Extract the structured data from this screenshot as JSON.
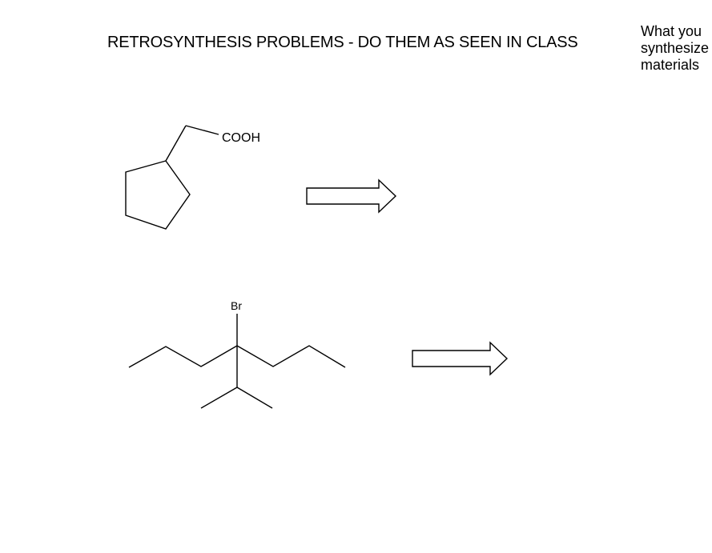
{
  "page": {
    "title": "RETROSYNTHESIS PROBLEMS - DO THEM AS SEEN IN CLASS",
    "side_note_lines": [
      "What you",
      "synthesize",
      "materials"
    ]
  },
  "problems": [
    {
      "target_label": "COOH"
    },
    {
      "target_label": "Br"
    }
  ]
}
